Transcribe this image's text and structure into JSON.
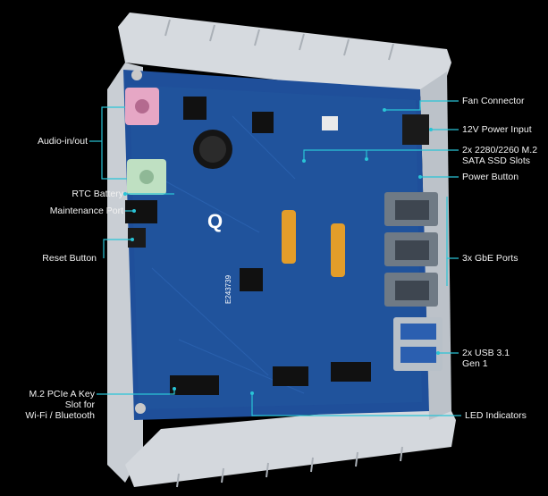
{
  "labels": {
    "audio": "Audio-in/out",
    "rtc": "RTC Battery",
    "maintenance": "Maintenance Port",
    "reset": "Reset Button",
    "m2_pcie_1": "M.2 PCIe A Key",
    "m2_pcie_2": "Slot for",
    "m2_pcie_3": "Wi-Fi / Bluetooth",
    "fan": "Fan Connector",
    "power_input": "12V Power Input",
    "ssd_1": "2x 2280/2260 M.2",
    "ssd_2": "SATA SSD Slots",
    "power_button": "Power Button",
    "gbe": "3x GbE Ports",
    "usb_1": "2x USB 3.1",
    "usb_2": "Gen 1",
    "led": "LED Indicators"
  },
  "board_text": {
    "logo": "Q",
    "serial": "E243739"
  },
  "colors": {
    "background": "#000000",
    "pcb": "#1f4f9a",
    "heatsink": "#d9dde2",
    "callout_line": "#29c4d6",
    "label_text": "#f2f2f2"
  }
}
